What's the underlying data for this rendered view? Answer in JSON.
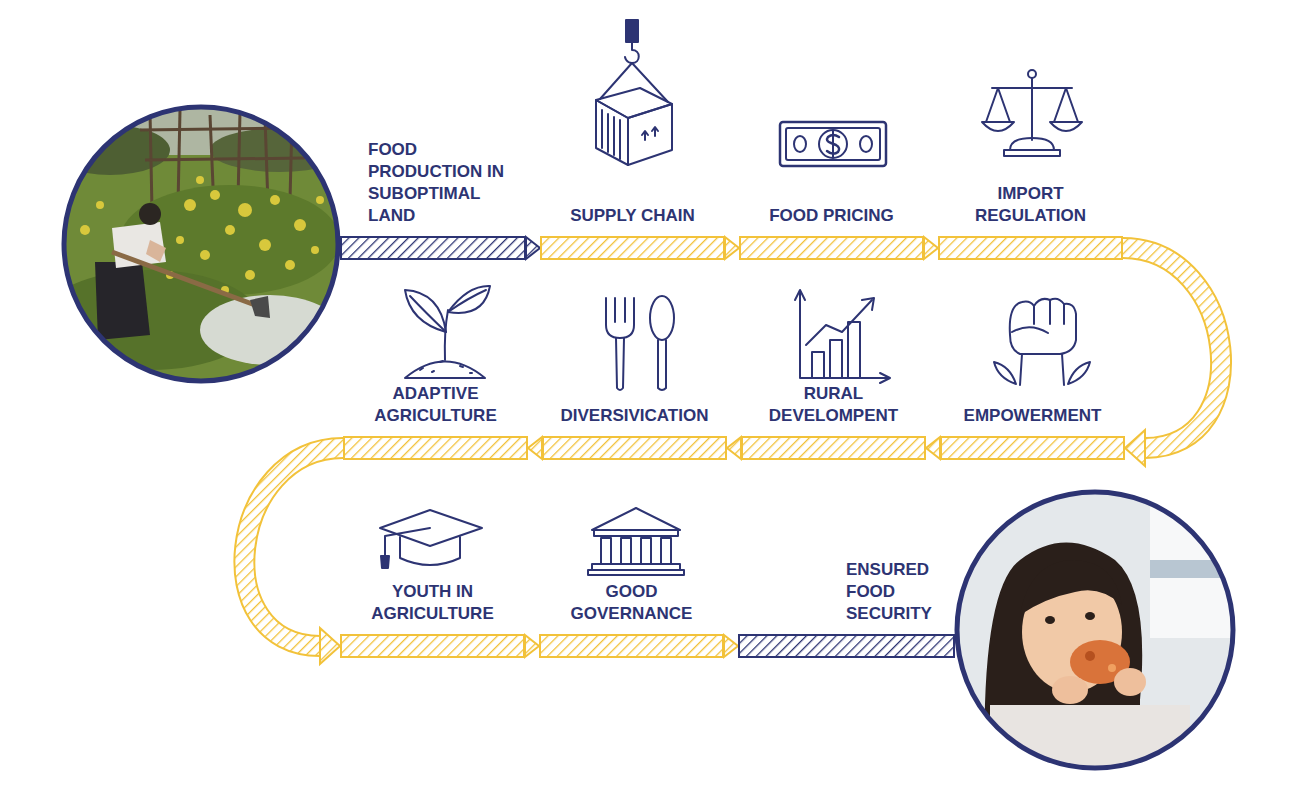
{
  "diagram": {
    "nodes": [
      {
        "text": [
          "FOOD PRODUCTION IN SUBOPTIMAL LAND"
        ]
      },
      {
        "text": [
          "SUPPLY CHAIN"
        ]
      },
      {
        "text": [
          "FOOD PRICING"
        ]
      },
      {
        "text": [
          "IMPORT REGULATION"
        ]
      },
      {
        "text": [
          "EMPOWERMENT"
        ]
      },
      {
        "text": [
          "RURAL DEVELOMPENT"
        ]
      },
      {
        "text": [
          "DIVERSIVICATION"
        ]
      },
      {
        "text": [
          "ADAPTIVE AGRICULTURE"
        ]
      },
      {
        "text": [
          "YOUTH IN AGRICULTURE"
        ]
      },
      {
        "text": [
          "GOOD GOVERNANCE"
        ]
      },
      {
        "text": [
          "ENSURED FOOD SECURITY"
        ]
      }
    ],
    "edges": [
      {
        "from": 0,
        "to": 1,
        "arrow": "to"
      },
      {
        "from": 1,
        "to": 2,
        "arrow": "to"
      },
      {
        "from": 2,
        "to": 3,
        "arrow": "to"
      },
      {
        "from": 3,
        "to": 4,
        "arrow": "to"
      },
      {
        "from": 4,
        "to": 5,
        "arrow": "to"
      },
      {
        "from": 5,
        "to": 6,
        "arrow": "to"
      },
      {
        "from": 6,
        "to": 7,
        "arrow": "to"
      },
      {
        "from": 7,
        "to": 8,
        "arrow": "to"
      },
      {
        "from": 8,
        "to": 9,
        "arrow": "to"
      },
      {
        "from": 9,
        "to": 10,
        "arrow": "to"
      }
    ]
  }
}
